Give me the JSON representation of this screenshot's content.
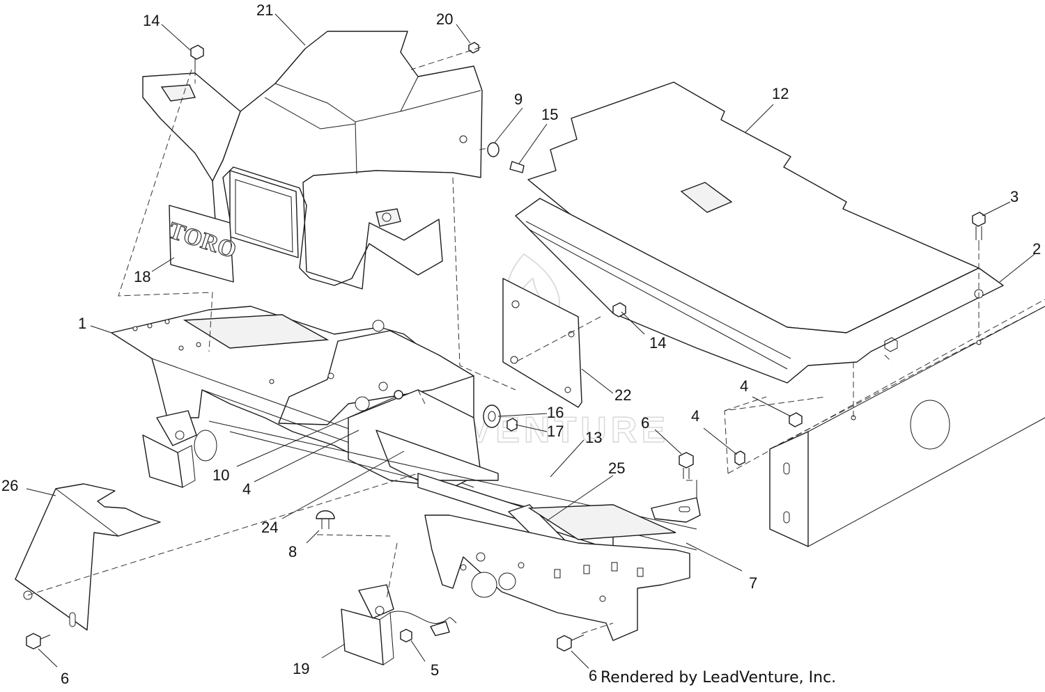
{
  "diagram": {
    "callouts": [
      {
        "id": "c1",
        "label": "1"
      },
      {
        "id": "c2",
        "label": "2"
      },
      {
        "id": "c3",
        "label": "3"
      },
      {
        "id": "c4a",
        "label": "4"
      },
      {
        "id": "c4b",
        "label": "4"
      },
      {
        "id": "c4c",
        "label": "4"
      },
      {
        "id": "c5",
        "label": "5"
      },
      {
        "id": "c6a",
        "label": "6"
      },
      {
        "id": "c6b",
        "label": "6"
      },
      {
        "id": "c6c",
        "label": "6"
      },
      {
        "id": "c7",
        "label": "7"
      },
      {
        "id": "c8",
        "label": "8"
      },
      {
        "id": "c9",
        "label": "9"
      },
      {
        "id": "c10",
        "label": "10"
      },
      {
        "id": "c12",
        "label": "12"
      },
      {
        "id": "c13",
        "label": "13"
      },
      {
        "id": "c14a",
        "label": "14"
      },
      {
        "id": "c14b",
        "label": "14"
      },
      {
        "id": "c15",
        "label": "15"
      },
      {
        "id": "c16",
        "label": "16"
      },
      {
        "id": "c17",
        "label": "17"
      },
      {
        "id": "c18",
        "label": "18"
      },
      {
        "id": "c19",
        "label": "19"
      },
      {
        "id": "c20",
        "label": "20"
      },
      {
        "id": "c21",
        "label": "21"
      },
      {
        "id": "c22",
        "label": "22"
      },
      {
        "id": "c24",
        "label": "24"
      },
      {
        "id": "c25",
        "label": "25"
      },
      {
        "id": "c26",
        "label": "26"
      }
    ],
    "logo_text": "TORO",
    "watermark_text": "LEADVENTURE",
    "footer_text": "Rendered by LeadVenture, Inc."
  }
}
